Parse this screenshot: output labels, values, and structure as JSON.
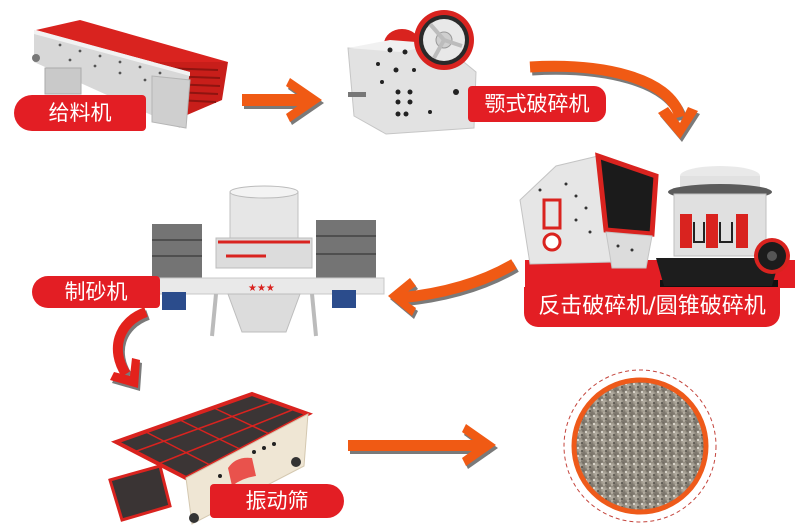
{
  "diagram": {
    "title": "",
    "type": "process-flow",
    "colors": {
      "label_bg": "#e31e24",
      "label_text": "#ffffff",
      "arrow_orange": "#f05a14",
      "arrow_red": "#e3221c",
      "arrow_shadow": "#7a7a7a",
      "machine_gray": "#d7d7d7",
      "machine_red": "#d9231f",
      "sand_ring": "#ee5a1a"
    },
    "nodes": [
      {
        "id": "feeder",
        "label": "给料机",
        "icon": "vibrating-feeder-machine"
      },
      {
        "id": "jaw",
        "label": "颚式破碎机",
        "icon": "jaw-crusher-machine"
      },
      {
        "id": "impact-cone",
        "label": "反击破碎机/圆锥破碎机",
        "icon": "impact-and-cone-crusher-machines"
      },
      {
        "id": "sand-maker",
        "label": "制砂机",
        "icon": "sand-making-machine"
      },
      {
        "id": "screen",
        "label": "振动筛",
        "icon": "vibrating-screen-machine"
      },
      {
        "id": "product",
        "label": "",
        "icon": "finished-sand-circle"
      }
    ],
    "edges": [
      {
        "from": "feeder",
        "to": "jaw",
        "style": "straight-right"
      },
      {
        "from": "jaw",
        "to": "impact-cone",
        "style": "curved-down"
      },
      {
        "from": "impact-cone",
        "to": "sand-maker",
        "style": "curved-left"
      },
      {
        "from": "sand-maker",
        "to": "screen",
        "style": "curved-down"
      },
      {
        "from": "screen",
        "to": "product",
        "style": "straight-right"
      }
    ]
  }
}
